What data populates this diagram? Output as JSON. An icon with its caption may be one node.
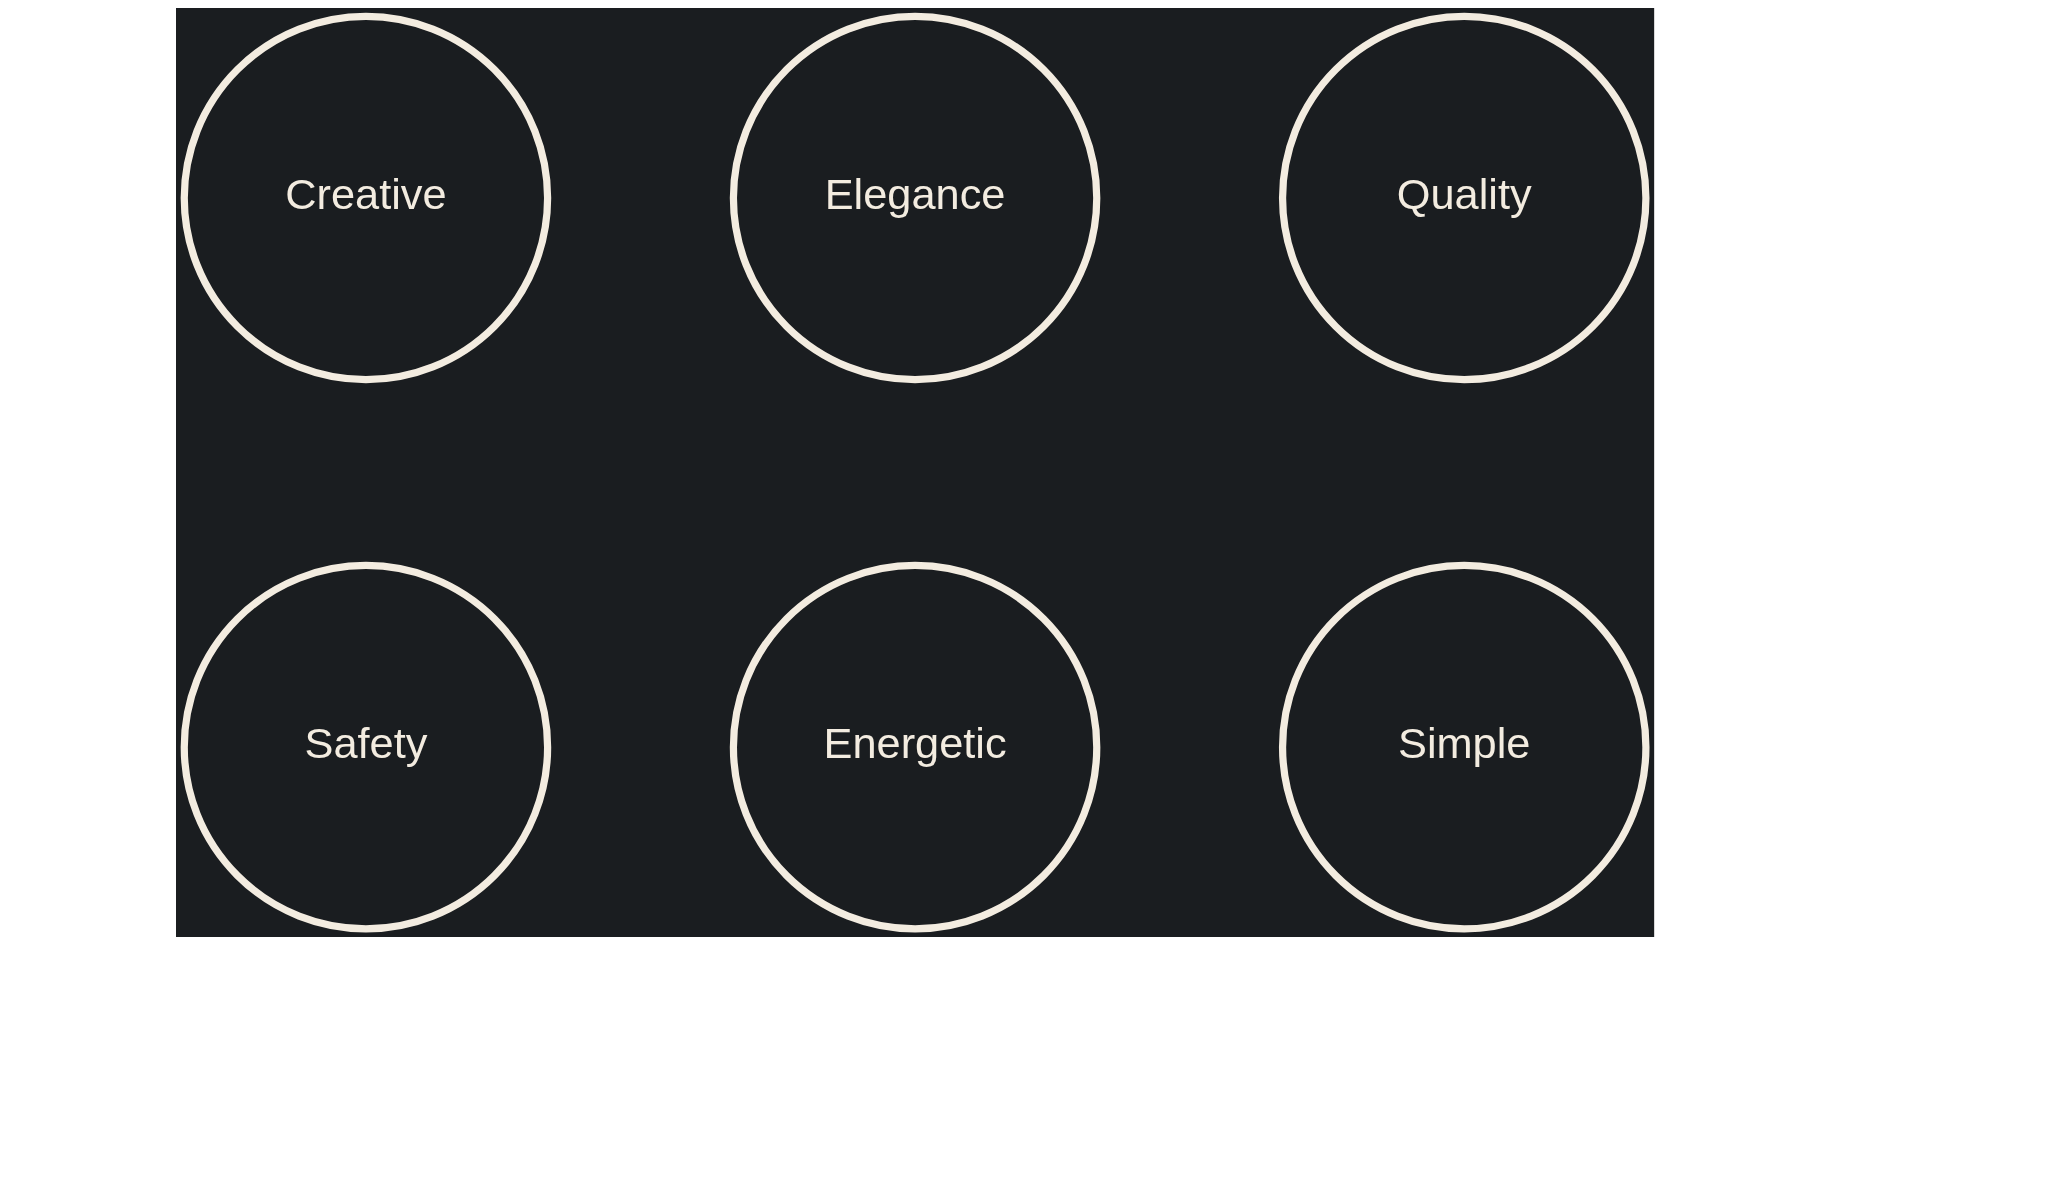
{
  "diagram": {
    "nodes": [
      {
        "text": [
          "Creative"
        ]
      },
      {
        "text": [
          "Elegance"
        ]
      },
      {
        "text": [
          "Quality"
        ]
      },
      {
        "text": [
          "Safety"
        ]
      },
      {
        "text": [
          "Energetic"
        ]
      },
      {
        "text": [
          "Simple"
        ]
      }
    ]
  }
}
